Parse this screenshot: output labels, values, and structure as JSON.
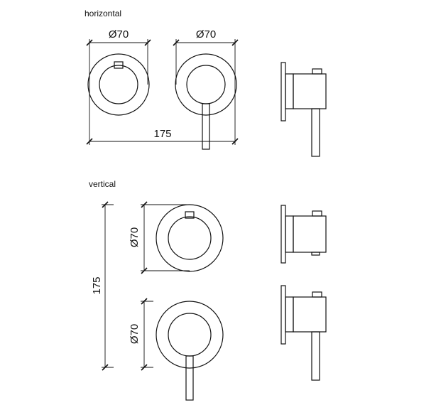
{
  "sections": {
    "horizontal": {
      "title": "horizontal",
      "dim_left_diameter": "Ø70",
      "dim_right_diameter": "Ø70",
      "dim_spacing": "175"
    },
    "vertical": {
      "title": "vertical",
      "dim_top_diameter": "Ø70",
      "dim_bottom_diameter": "Ø70",
      "dim_spacing": "175"
    }
  }
}
